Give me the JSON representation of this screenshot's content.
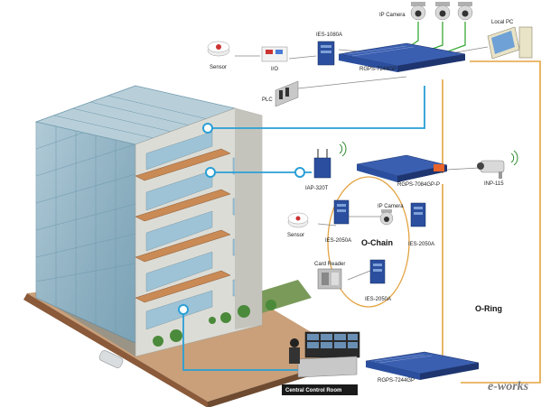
{
  "devices": {
    "ip_camera_top": "IP Camera",
    "ies_1080a": "IES-1080A",
    "local_pc": "Local PC",
    "sensor_top": "Sensor",
    "io": "I/O",
    "rgps_7244gp_top": "RGPS-7244GP",
    "plc": "PLC",
    "iap_320t": "IAP-320T",
    "rgps_7084gp": "RGPS-7084GP-P",
    "inp_115": "INP-115",
    "ip_camera_mid": "IP Camera",
    "sensor_mid": "Sensor",
    "ies_2050a_left": "IES-2050A",
    "ies_2050a_right": "IES-2050A",
    "card_reader": "Card Reader",
    "ies_2050a_bottom": "IES-2050A",
    "rgps_7244gp_bottom": "RGPS-7244GP"
  },
  "labels": {
    "o_chain": "O-Chain",
    "o_ring": "O-Ring",
    "control_room": "Central Control Room",
    "watermark": "e-works"
  },
  "colors": {
    "ring": "#e3a341",
    "link_blue": "#2a9fd6",
    "link_green": "#3aa935",
    "switch_blue": "#2b4f9e",
    "building_glass": "#8fb4c6",
    "control_bar": "#1a1a1a"
  }
}
